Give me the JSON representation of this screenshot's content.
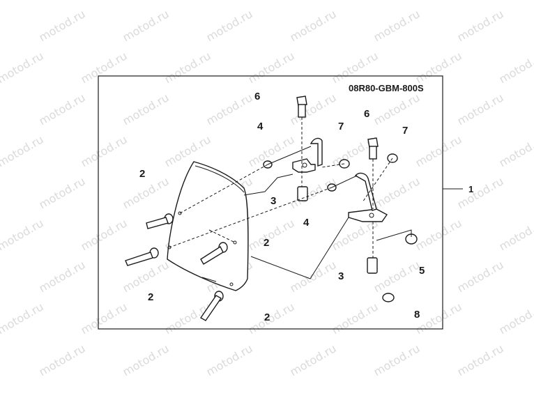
{
  "diagram": {
    "part_code": "08R80-GBM-800S",
    "watermark": "motod.ru",
    "callouts": [
      {
        "id": "callout-1",
        "text": "1"
      },
      {
        "id": "callout-2a",
        "text": "2"
      },
      {
        "id": "callout-2b",
        "text": "2"
      },
      {
        "id": "callout-2c",
        "text": "2"
      },
      {
        "id": "callout-2d",
        "text": "2"
      },
      {
        "id": "callout-3a",
        "text": "3"
      },
      {
        "id": "callout-3b",
        "text": "3"
      },
      {
        "id": "callout-4a",
        "text": "4"
      },
      {
        "id": "callout-4b",
        "text": "4"
      },
      {
        "id": "callout-5",
        "text": "5"
      },
      {
        "id": "callout-6a",
        "text": "6"
      },
      {
        "id": "callout-6b",
        "text": "6"
      },
      {
        "id": "callout-7a",
        "text": "7"
      },
      {
        "id": "callout-7b",
        "text": "7"
      },
      {
        "id": "callout-8",
        "text": "8"
      }
    ]
  }
}
